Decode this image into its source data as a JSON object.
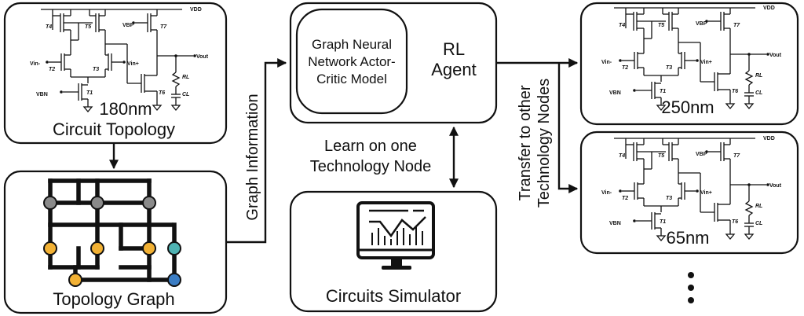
{
  "colors": {
    "node_gray": "#8a8a8a",
    "node_orange": "#f2b134",
    "node_teal": "#4fb3b3",
    "node_blue": "#3b7dc4",
    "stroke": "#111111"
  },
  "circuit_labels": {
    "vdd": "VDD",
    "vbp": "VBP",
    "vbn": "VBN",
    "vin_minus": "Vin-",
    "vin_plus": "Vin+",
    "vout": "Vout",
    "t1": "T1",
    "t2": "T2",
    "t3": "T3",
    "t4": "T4",
    "t5": "T5",
    "t6": "T6",
    "t7": "T7",
    "rl": "RL",
    "cl": "CL"
  },
  "circuit_180": {
    "node_label": "180nm",
    "caption": "Circuit Topology"
  },
  "topology_graph": {
    "caption": "Topology Graph"
  },
  "side_label": {
    "text": "Graph Information"
  },
  "rl_agent": {
    "model_lines": [
      "Graph Neural",
      "Network Actor-",
      "Critic Model"
    ],
    "agent_lines": [
      "RL",
      "Agent"
    ]
  },
  "learn_label": {
    "lines": [
      "Learn on one",
      "Technology Node"
    ]
  },
  "simulator": {
    "caption": "Circuits Simulator"
  },
  "transfer_label": {
    "lines": [
      "Transfer to other",
      "Technology Nodes"
    ]
  },
  "circuit_250": {
    "node_label": "250nm"
  },
  "circuit_65": {
    "node_label": "65nm"
  },
  "more_indicator": "more-dots"
}
